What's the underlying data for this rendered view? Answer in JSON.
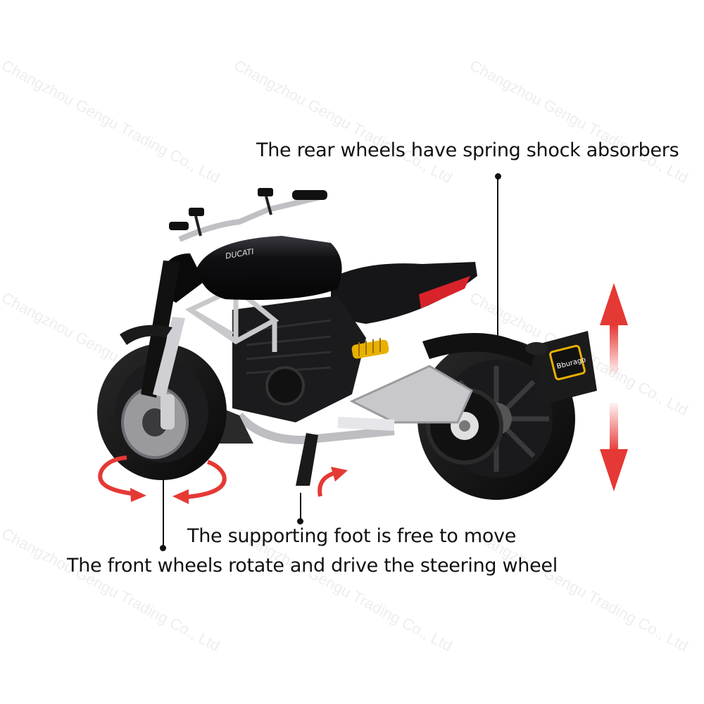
{
  "watermark": {
    "text": "Changzhou Gengu Trading Co., Ltd"
  },
  "callouts": {
    "rear_wheel": "The rear wheels have spring shock absorbers",
    "support_foot": "The supporting foot is free to move",
    "front_wheel": "The front wheels rotate and drive the steering wheel"
  },
  "bike": {
    "brand_tank": "DUCATI",
    "brand_plate": "Bburago",
    "colors": {
      "body": "#0d0d0f",
      "frame": "#cfcfcf",
      "shock_spring": "#e8b000",
      "tail_light": "#d8232a",
      "arrows": "#e53935"
    }
  },
  "icons": {
    "rotation_arrows": "red-curved-arrows-icon",
    "vertical_arrows": "red-up-down-arrows-icon"
  }
}
